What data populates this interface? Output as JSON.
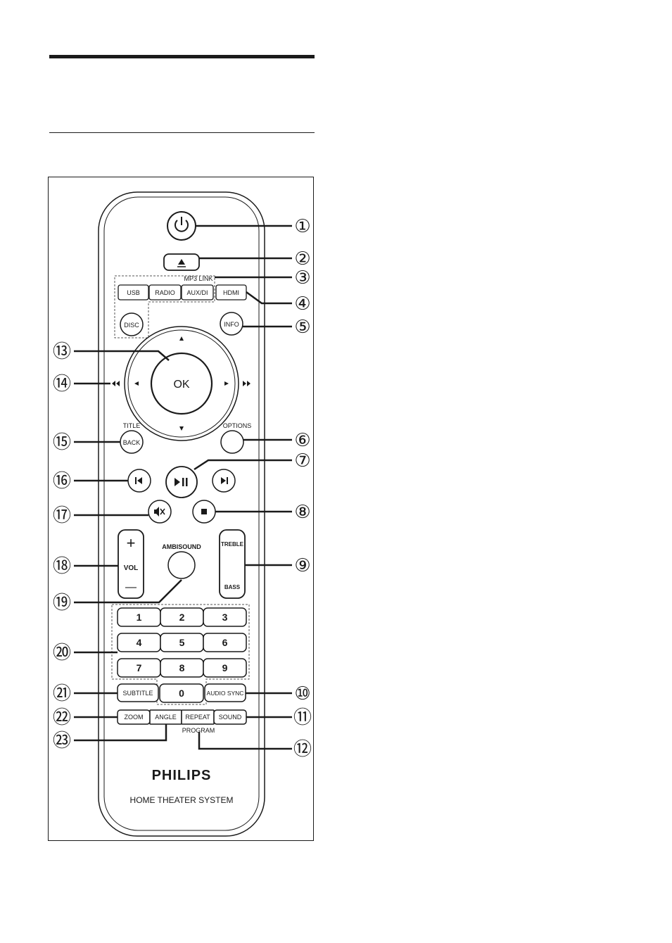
{
  "remote": {
    "buttons": {
      "mp3link": "MP3 LINK",
      "usb": "USB",
      "radio": "RADIO",
      "auxdi": "AUX/DI",
      "hdmi": "HDMI",
      "disc": "DISC",
      "info": "INFO",
      "ok": "OK",
      "title": "TITLE",
      "back": "BACK",
      "options": "OPTIONS",
      "ambisound": "AMBISOUND",
      "vol": "VOL",
      "vol_plus": "+",
      "vol_minus": "—",
      "treble": "TREBLE",
      "bass": "BASS",
      "digits": [
        "1",
        "2",
        "3",
        "4",
        "5",
        "6",
        "7",
        "8",
        "9"
      ],
      "zero": "0",
      "subtitle": "SUBTITLE",
      "audio_sync": "AUDIO SYNC",
      "zoom": "ZOOM",
      "angle": "ANGLE",
      "repeat": "REPEAT",
      "sound": "SOUND",
      "program": "PROGRAM"
    },
    "brand": "PHILIPS",
    "model_text": "HOME THEATER SYSTEM"
  },
  "callouts": [
    "①",
    "②",
    "③",
    "④",
    "⑤",
    "⑥",
    "⑦",
    "⑧",
    "⑨",
    "⑩",
    "⑪",
    "⑫",
    "⑬",
    "⑭",
    "⑮",
    "⑯",
    "⑰",
    "⑱",
    "⑲",
    "⑳",
    "㉑",
    "㉒",
    "㉓"
  ]
}
